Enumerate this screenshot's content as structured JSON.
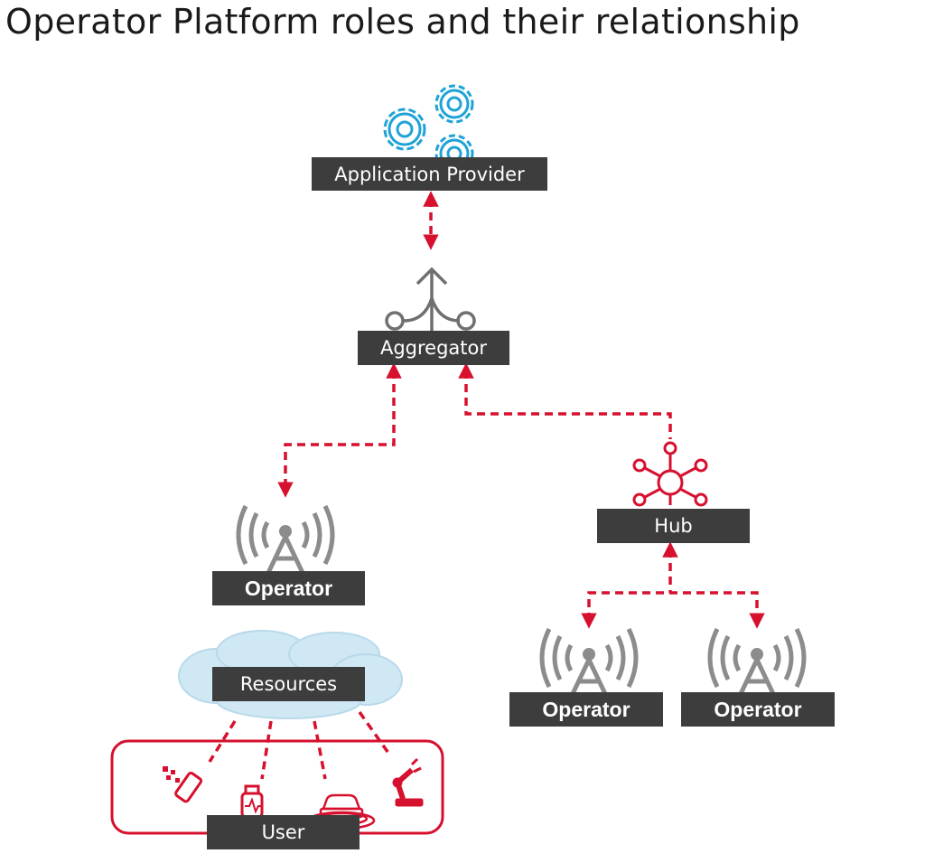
{
  "title": "Operator Platform roles and their relationship",
  "colors": {
    "connector": "#d6102e",
    "label_bg": "#3d3d3d",
    "app_icon": "#1fa3d6",
    "tower": "#8c8c8c"
  },
  "nodes": {
    "application_provider": {
      "label": "Application Provider",
      "icon": "gears-icon"
    },
    "aggregator": {
      "label": "Aggregator",
      "icon": "aggregator-icon"
    },
    "hub": {
      "label": "Hub",
      "icon": "hub-icon"
    },
    "operator_left": {
      "label": "Operator",
      "icon": "cell-tower-icon"
    },
    "operator_hub_left": {
      "label": "Operator",
      "icon": "cell-tower-icon"
    },
    "operator_hub_right": {
      "label": "Operator",
      "icon": "cell-tower-icon"
    },
    "resources": {
      "label": "Resources",
      "icon": "cloud-icon"
    },
    "user": {
      "label": "User",
      "icons": [
        "phone-icon",
        "smartwatch-icon",
        "connected-car-icon",
        "robot-arm-icon"
      ]
    }
  }
}
